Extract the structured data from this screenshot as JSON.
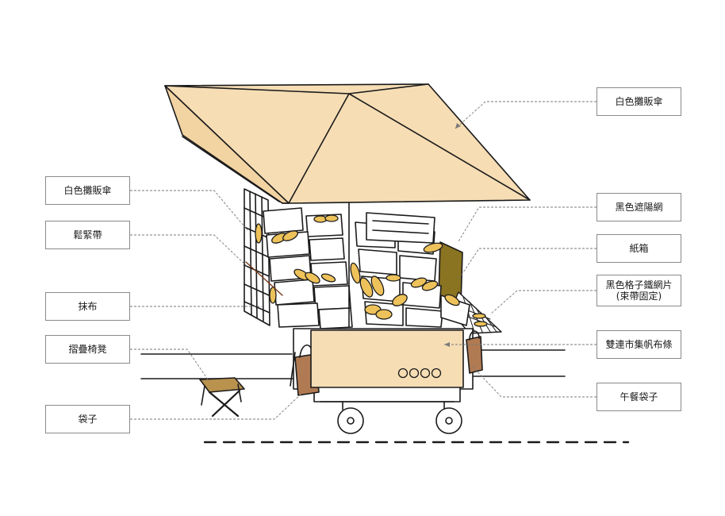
{
  "colors": {
    "canopy": "#f6ddb4",
    "canopy_shade": "#f2d3a2",
    "slipper": "#eec25a",
    "slipper_dark": "#c9952e",
    "carton": "#8a7422",
    "stroke": "#1b1b1b",
    "leader": "#7a7a7a",
    "box_border": "#8a8a8a"
  },
  "labels": {
    "left": [
      {
        "id": "umbrella-left",
        "text": "白色攤販傘"
      },
      {
        "id": "strap",
        "text": "鬆緊帶"
      },
      {
        "id": "cloth",
        "text": "抹布"
      },
      {
        "id": "stool",
        "text": "摺疊椅凳"
      },
      {
        "id": "bag",
        "text": "袋子"
      }
    ],
    "right": [
      {
        "id": "umbrella-right",
        "text": "白色攤販傘"
      },
      {
        "id": "shade-net",
        "text": "黑色遮陽網"
      },
      {
        "id": "carton",
        "text": "紙箱"
      },
      {
        "id": "mesh",
        "text": "黑色格子鐵網片\n(束帶固定)"
      },
      {
        "id": "banner",
        "text": "雙連市集帆布條"
      },
      {
        "id": "lunch-bag",
        "text": "午餐袋子"
      }
    ]
  }
}
